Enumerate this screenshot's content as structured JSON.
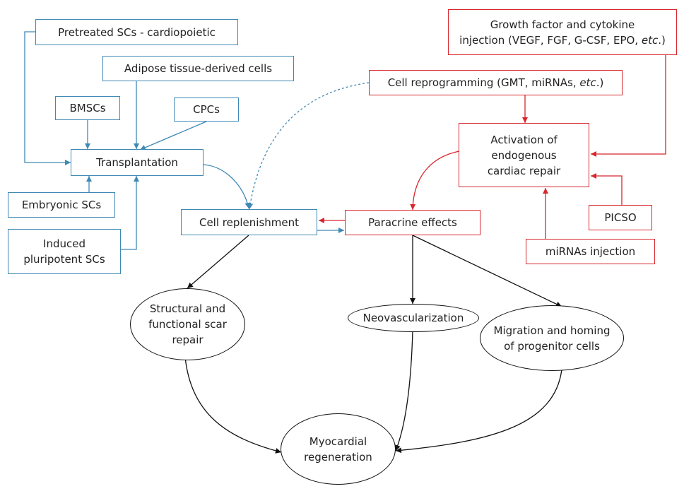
{
  "nodes": {
    "pretreated": "Pretreated SCs - cardiopoietic",
    "adipose": "Adipose tissue-derived cells",
    "bmscs": "BMSCs",
    "cpcs": "CPCs",
    "transplantation": "Transplantation",
    "embryonic": "Embryonic SCs",
    "ipsc_line1": "Induced",
    "ipsc_line2": "pluripotent SCs",
    "cell_replenishment": "Cell replenishment",
    "paracrine": "Paracrine effects",
    "growth_line1": "Growth factor and cytokine",
    "growth_line2_pre": "injection (VEGF, FGF, G-CSF, EPO, ",
    "growth_line2_etc": "etc",
    "growth_line2_post": ".)",
    "reprog_pre": "Cell reprogramming (GMT, miRNAs, ",
    "reprog_etc": "etc",
    "reprog_post": ".)",
    "activation_line1": "Activation of",
    "activation_line2": "endogenous",
    "activation_line3": "cardiac repair",
    "picso": "PICSO",
    "mirna_injection": "miRNAs injection",
    "structural_line1": "Structural and",
    "structural_line2": "functional scar",
    "structural_line3": "repair",
    "neovascularization": "Neovascularization",
    "migration_line1": "Migration and homing",
    "migration_line2": "of progenitor cells",
    "myocardial_line1": "Myocardial",
    "myocardial_line2": "regeneration"
  },
  "colors": {
    "blue": "#3f89b5",
    "red": "#d7262d",
    "black": "#111111"
  }
}
